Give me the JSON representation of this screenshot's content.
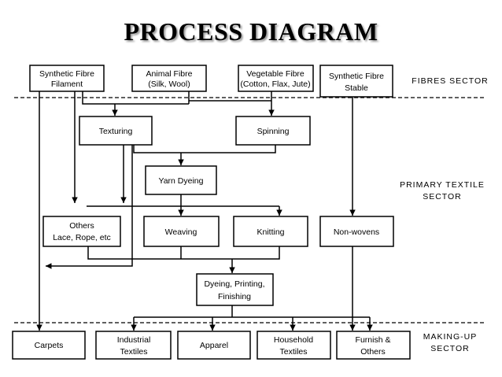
{
  "title": "PROCESS DIAGRAM",
  "sectors": {
    "fibres": "FIBRES SECTOR",
    "primary_1": "PRIMARY TEXTILE",
    "primary_2": "SECTOR",
    "making_1": "MAKING-UP",
    "making_2": "SECTOR"
  },
  "nodes": {
    "synthetic_filament": [
      "Synthetic Fibre",
      "Filament"
    ],
    "animal": [
      "Animal Fibre",
      "(Silk, Wool)"
    ],
    "vegetable": [
      "Vegetable Fibre",
      "(Cotton, Flax, Jute)"
    ],
    "synthetic_stable": [
      "Synthetic Fibre",
      "Stable"
    ],
    "texturing": [
      "Texturing"
    ],
    "spinning": [
      "Spinning"
    ],
    "yarn_dyeing": [
      "Yarn Dyeing"
    ],
    "others": [
      "Others",
      "Lace, Rope, etc"
    ],
    "weaving": [
      "Weaving"
    ],
    "knitting": [
      "Knitting"
    ],
    "nonwovens": [
      "Non-wovens"
    ],
    "dyeing": [
      "Dyeing, Printing,",
      "Finishing"
    ],
    "carpets": [
      "Carpets"
    ],
    "industrial": [
      "Industrial",
      "Textiles"
    ],
    "apparel": [
      "Apparel"
    ],
    "household": [
      "Household",
      "Textiles"
    ],
    "furnish": [
      "Furnish &",
      "Others"
    ]
  }
}
